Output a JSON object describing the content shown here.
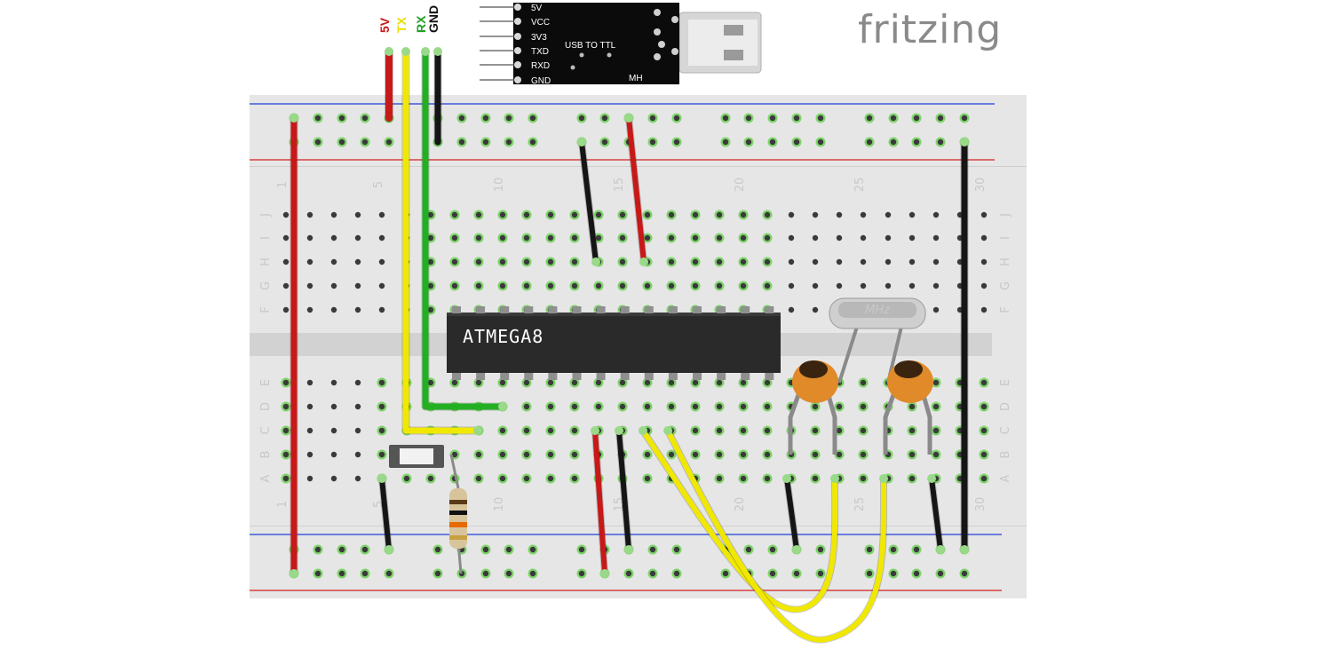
{
  "logo": {
    "text": "fritzing"
  },
  "usb_module": {
    "pins": [
      "5V",
      "VCC",
      "3V3",
      "TXD",
      "RXD",
      "GND"
    ],
    "label": "USB TO TTL",
    "maker": "MH"
  },
  "header_wires": [
    {
      "label": "5V",
      "color": "#cc1a1a"
    },
    {
      "label": "TX",
      "color": "#e8e000"
    },
    {
      "label": "RX",
      "color": "#22a022"
    },
    {
      "label": "GND",
      "color": "#111111"
    }
  ],
  "breadboard": {
    "columns": 30,
    "column_numbers": [
      "1",
      "5",
      "10",
      "15",
      "20",
      "25",
      "30"
    ],
    "rows_top": [
      "J",
      "I",
      "H",
      "G",
      "F"
    ],
    "rows_bottom": [
      "E",
      "D",
      "C",
      "B",
      "A"
    ]
  },
  "chip": {
    "label": "ATMEGA8",
    "pins_per_side": 14
  },
  "crystal": {
    "label": "MHz"
  },
  "colors": {
    "wire_red": "#c81818",
    "wire_black": "#151515",
    "wire_yellow": "#f0e800",
    "wire_green": "#22b022",
    "rail_red": "#d42020",
    "rail_blue": "#1f3fd8",
    "breadboard": "#e6e6e6",
    "capacitor": "#e08a2a"
  }
}
